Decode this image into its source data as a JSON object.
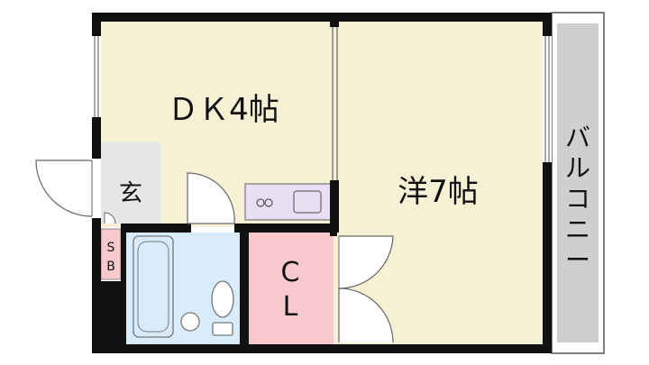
{
  "plan": {
    "rooms": {
      "dk": "ＤＫ4帖",
      "western": "洋7帖",
      "entrance": "玄",
      "shoebox": [
        "S",
        "B"
      ],
      "closet": [
        "C",
        "L"
      ],
      "balcony": [
        "バ",
        "ル",
        "コ",
        "ニ",
        "ー"
      ]
    }
  },
  "colors": {
    "floor": "#f6f0d4",
    "entrance": "#e6e6e6",
    "bath": "#d9ecfb",
    "closet": "#f7c9cc",
    "kitchen": "#e9dff4",
    "shoebox": "#f7c9cc",
    "balcony": "#cfcfcf",
    "wall": "#111111"
  }
}
